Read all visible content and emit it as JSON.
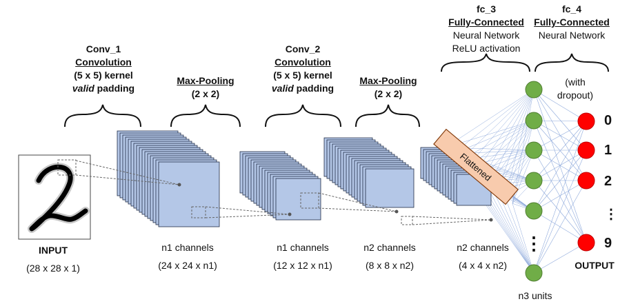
{
  "colors": {
    "feature_map": "#b4c7e7",
    "feature_map_border": "#1f2a44",
    "flatten_fill": "#f8cbad",
    "flatten_border": "#843c0c",
    "hidden_node": "#70ad47",
    "hidden_node_border": "#507e32",
    "output_node": "#ff0000",
    "output_node_border": "#c00000",
    "connection": "#8faadc"
  },
  "icons": {
    "input_image": "handwritten-digit-2-icon",
    "brace": "curly-brace-icon"
  },
  "layers": {
    "conv1": {
      "name": "Conv_1",
      "type": "Convolution",
      "kernel": "(5 x 5) kernel",
      "padding_word": "valid",
      "padding_rest": " padding"
    },
    "pool1": {
      "name": "Max-Pooling",
      "size": "(2 x 2)"
    },
    "conv2": {
      "name": "Conv_2",
      "type": "Convolution",
      "kernel": "(5 x 5) kernel",
      "padding_word": "valid",
      "padding_rest": " padding"
    },
    "pool2": {
      "name": "Max-Pooling",
      "size": "(2 x 2)"
    },
    "fc3": {
      "name": "fc_3",
      "type": "Fully-Connected",
      "line1": "Neural Network",
      "line2": "ReLU activation"
    },
    "fc4": {
      "name": "fc_4",
      "type": "Fully-Connected",
      "line1": "Neural Network",
      "note_line1": "(with",
      "note_line2": "dropout)"
    }
  },
  "bottom_labels": {
    "input": {
      "title": "INPUT",
      "dims": "(28 x 28 x 1)"
    },
    "map1": {
      "title": "n1 channels",
      "dims": "(24 x 24 x n1)"
    },
    "map2": {
      "title": "n1 channels",
      "dims": "(12 x 12 x n1)"
    },
    "map3": {
      "title": "n2 channels",
      "dims": "(8 x 8 x n2)"
    },
    "map4": {
      "title": "n2 channels",
      "dims": "(4 x 4 x n2)"
    },
    "hidden": {
      "title": "n3 units"
    },
    "output": {
      "title": "OUTPUT"
    }
  },
  "flatten_label": "Flattened",
  "output_classes": [
    "0",
    "1",
    "2",
    "⋮",
    "9"
  ],
  "hidden_ellipsis": "⋮"
}
